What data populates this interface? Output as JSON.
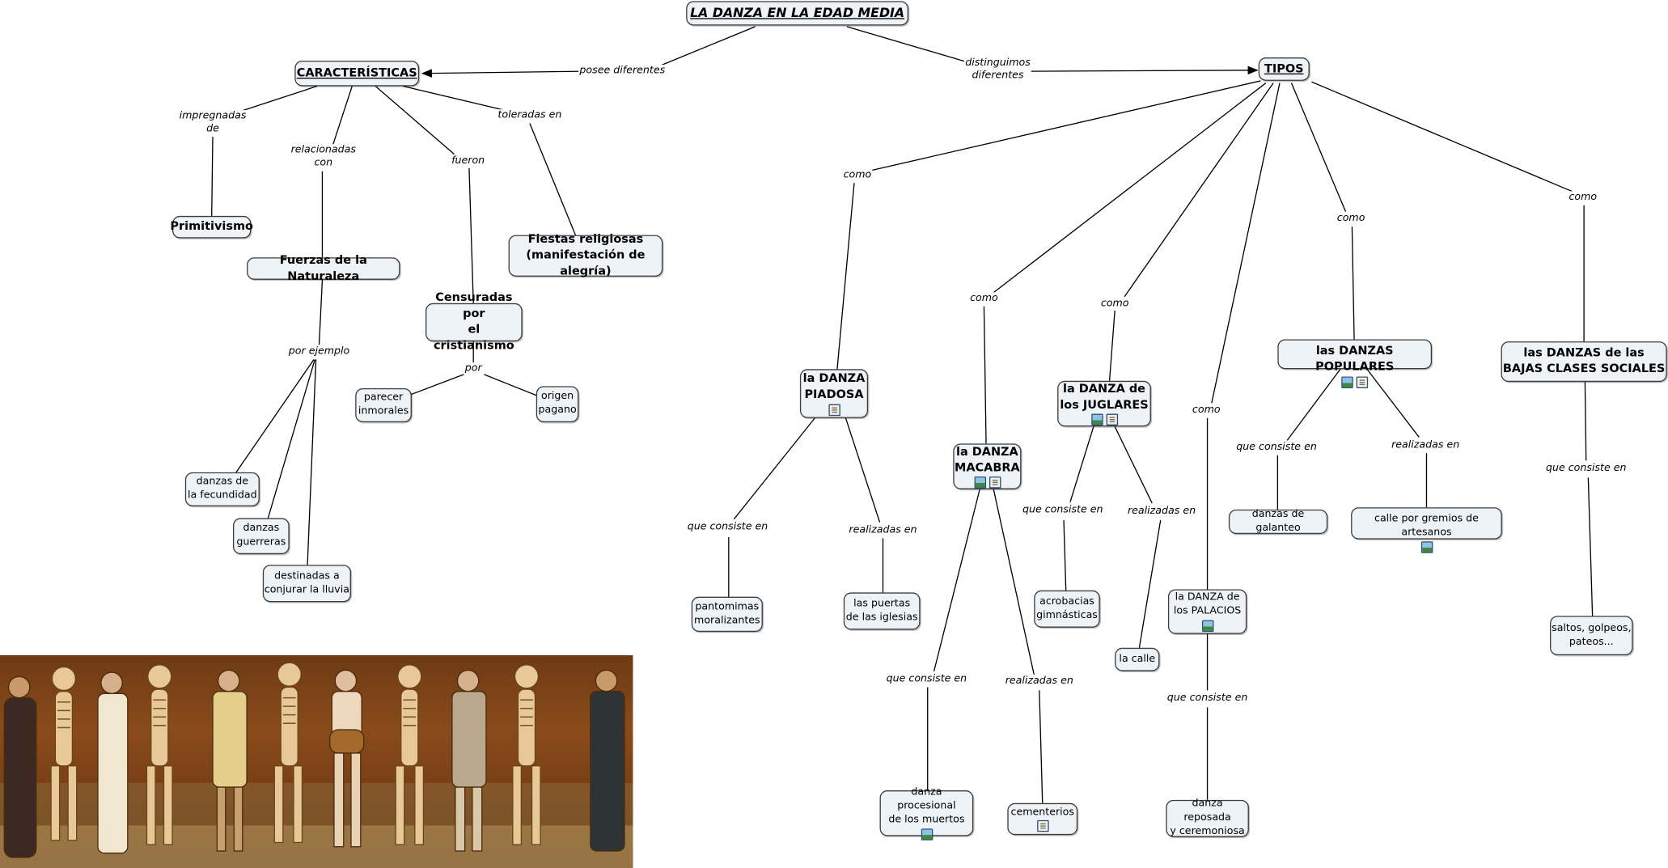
{
  "title": "LA DANZA EN LA EDAD MEDIA",
  "nodes": {
    "caracteristicas": "CARACTERÍSTICAS",
    "tipos": "TIPOS",
    "primitivismo": "Primitivismo",
    "fuerzas": "Fuerzas de la Naturaleza",
    "censuradas": [
      "Censuradas por",
      "el cristianismo"
    ],
    "fiestas": [
      "Fiestas religiosas",
      "(manifestación de alegría)"
    ],
    "danzas_fecundidad": [
      "danzas de",
      "la fecundidad"
    ],
    "danzas_guerreras": [
      "danzas",
      "guerreras"
    ],
    "destinadas": [
      "destinadas a",
      "conjurar la lluvia"
    ],
    "parecer": [
      "parecer",
      "inmorales"
    ],
    "origen": [
      "origen",
      "pagano"
    ],
    "piadosa": [
      "la DANZA",
      "PIADOSA"
    ],
    "macabra": [
      "la DANZA",
      "MACABRA"
    ],
    "juglares": [
      "la DANZA de",
      "los JUGLARES"
    ],
    "palacios": [
      "la DANZA de",
      "los PALACIOS"
    ],
    "populares": "las DANZAS POPULARES",
    "bajas": [
      "las DANZAS de las",
      "BAJAS CLASES SOCIALES"
    ],
    "pantomimas": [
      "pantomimas",
      "moralizantes"
    ],
    "puertas": [
      "las puertas",
      "de las iglesias"
    ],
    "procesional": [
      "danza procesional",
      "de los muertos"
    ],
    "cementerios": "cementerios",
    "acrobacias": [
      "acrobacias",
      "gimnásticas"
    ],
    "calle": "la calle",
    "reposada": [
      "danza reposada",
      "y ceremoniosa"
    ],
    "galanteo": "danzas de galanteo",
    "gremios": "calle por gremios de artesanos",
    "saltos": [
      "saltos, golpeos,",
      "pateos..."
    ]
  },
  "links": {
    "posee": "posee diferentes",
    "distinguimos": [
      "distinguimos",
      "diferentes"
    ],
    "impregnadas": [
      "impregnadas",
      "de"
    ],
    "relacionadas": [
      "relacionadas",
      "con"
    ],
    "fueron": "fueron",
    "toleradas": "toleradas en",
    "por_ejemplo": "por ejemplo",
    "por": "por",
    "como": "como",
    "que_consiste_en": "que consiste en",
    "realizadas_en": "realizadas en"
  },
  "icons": {
    "image": "image-resource-icon",
    "document": "document-resource-icon"
  },
  "colors": {
    "node_fill": "#eef3f8",
    "node_border": "#3c3c3c",
    "edge": "#000000"
  },
  "mural": {
    "description_icon": "danse-macabre-fresco-image"
  }
}
